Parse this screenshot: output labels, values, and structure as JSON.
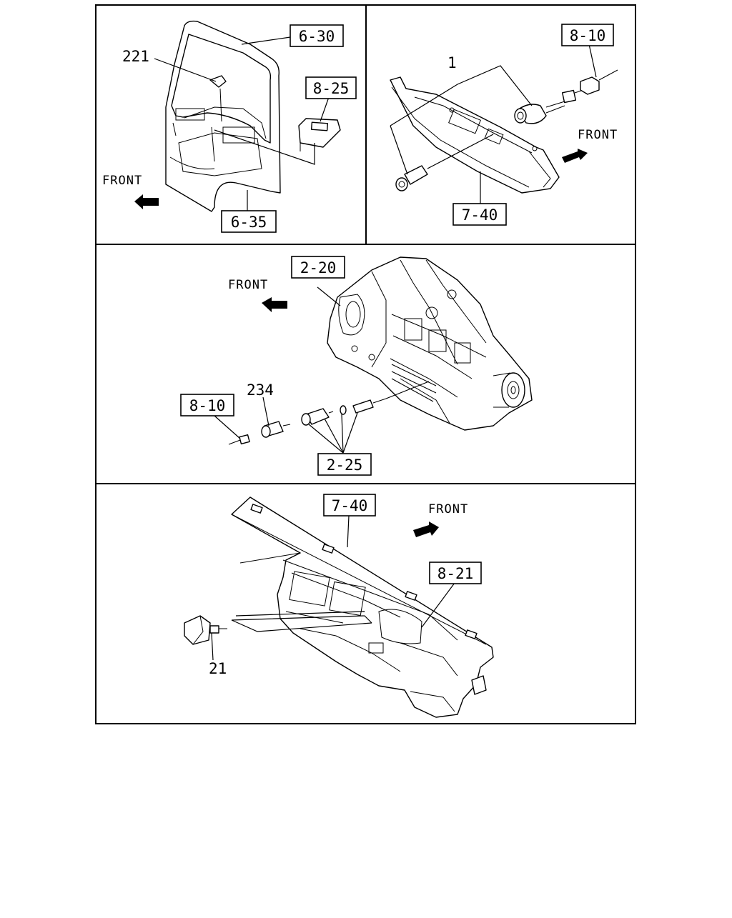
{
  "panels": {
    "door": {
      "refs": {
        "upper": "6-30",
        "switch": "8-25",
        "lower": "6-35"
      },
      "part_number": "221",
      "front_label": "FRONT"
    },
    "bracket": {
      "refs": {
        "harness": "8-10",
        "panel": "7-40"
      },
      "part_number": "1",
      "front_label": "FRONT"
    },
    "transmission": {
      "refs": {
        "case": "2-20",
        "harness": "8-10",
        "sensor": "2-25"
      },
      "part_number": "234",
      "front_label": "FRONT"
    },
    "dashboard": {
      "refs": {
        "dash": "7-40",
        "meter": "8-21"
      },
      "part_number": "21",
      "front_label": "FRONT"
    }
  }
}
